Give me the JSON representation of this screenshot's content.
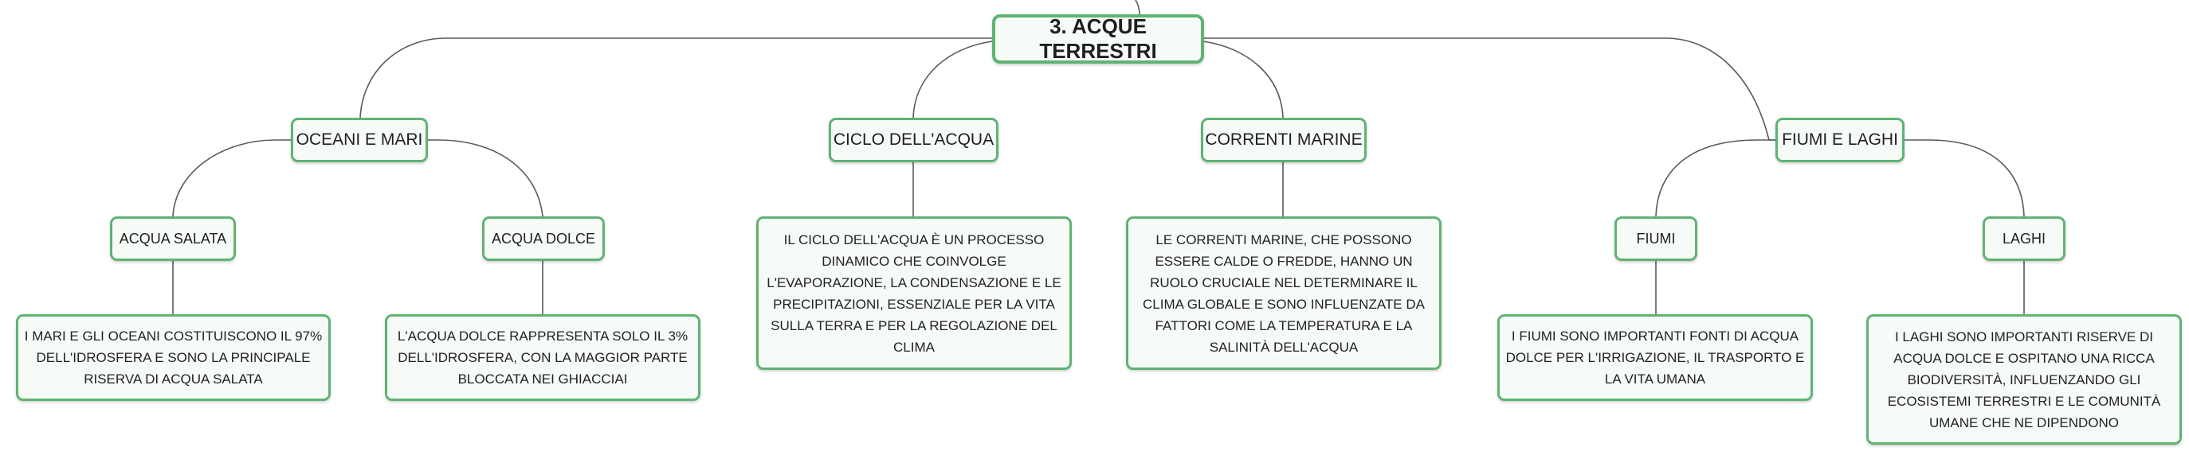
{
  "root": {
    "label": "3. ACQUE TERRESTRI"
  },
  "branches": [
    {
      "label": "OCEANI E MARI",
      "children": [
        {
          "label": "ACQUA SALATA",
          "text": "I MARI E GLI OCEANI COSTITUISCONO IL 97% DELL'IDROSFERA E SONO LA PRINCIPALE RISERVA DI ACQUA SALATA"
        },
        {
          "label": "ACQUA DOLCE",
          "text": "L'ACQUA DOLCE RAPPRESENTA SOLO IL 3% DELL'IDROSFERA, CON LA MAGGIOR PARTE BLOCCATA NEI GHIACCIAI"
        }
      ]
    },
    {
      "label": "CICLO DELL'ACQUA",
      "text": "IL CICLO DELL'ACQUA È UN PROCESSO DINAMICO CHE COINVOLGE L'EVAPORAZIONE, LA CONDENSAZIONE E LE PRECIPITAZIONI, ESSENZIALE PER LA VITA SULLA TERRA E PER LA REGOLAZIONE DEL CLIMA"
    },
    {
      "label": "CORRENTI MARINE",
      "text": "LE CORRENTI MARINE, CHE POSSONO ESSERE CALDE O FREDDE, HANNO UN RUOLO CRUCIALE NEL DETERMINARE IL CLIMA GLOBALE E SONO INFLUENZATE DA FATTORI COME LA TEMPERATURA E LA SALINITÀ DELL'ACQUA"
    },
    {
      "label": "FIUMI E LAGHI",
      "children": [
        {
          "label": "FIUMI",
          "text": "I FIUMI SONO IMPORTANTI FONTI DI ACQUA DOLCE PER L'IRRIGAZIONE, IL TRASPORTO E LA VITA UMANA"
        },
        {
          "label": "LAGHI",
          "text": "I LAGHI SONO IMPORTANTI RISERVE DI ACQUA DOLCE E OSPITANO UNA RICCA BIODIVERSITÀ, INFLUENZANDO GLI ECOSISTEMI TERRESTRI E LE COMUNITÀ UMANE CHE NE DIPENDONO"
        }
      ]
    }
  ],
  "colors": {
    "node_border": "#5fb374",
    "node_fill": "#f7fbf7",
    "connector": "#5a5a5a"
  }
}
